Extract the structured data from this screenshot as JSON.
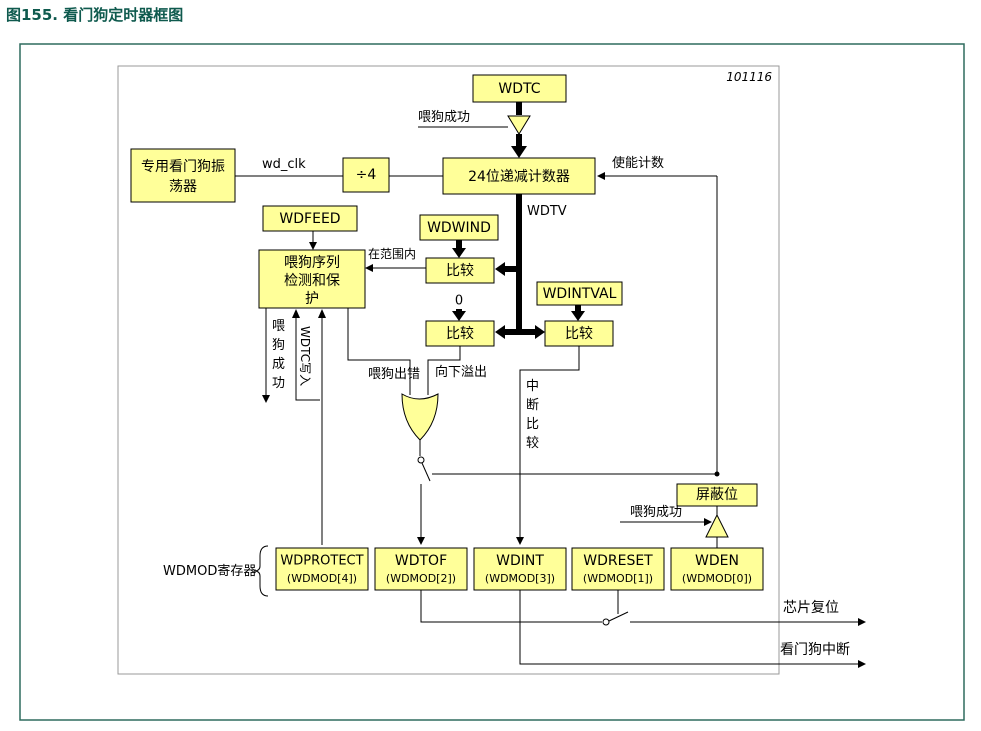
{
  "figure_title": "图155. 看门狗定时器框图",
  "figure_id": "101116",
  "blocks": {
    "wdtc": "WDTC",
    "oscillator_line1": "专用看门狗振",
    "oscillator_line2": "荡器",
    "divider": "÷4",
    "counter": "24位递减计数器",
    "wdfeed": "WDFEED",
    "feed_seq_line1": "喂狗序列",
    "feed_seq_line2": "检测和保",
    "feed_seq_line3": "护",
    "wdwind": "WDWIND",
    "compare_window": "比较",
    "zero": "0",
    "compare_zero": "比较",
    "wdintval": "WDINTVAL",
    "compare_intval": "比较",
    "mask_bit": "屏蔽位"
  },
  "labels": {
    "feed_success_top": "喂狗成功",
    "wd_clk": "wd_clk",
    "enable_count": "使能计数",
    "wdtv": "WDTV",
    "in_range": "在范围内",
    "feed_success_vertical": [
      "喂",
      "狗",
      "成",
      "功"
    ],
    "wdtc_write": "WDTC写入",
    "feed_error": "喂狗出错",
    "underflow": "向下溢出",
    "interrupt_compare": [
      "中",
      "断",
      "比",
      "较"
    ],
    "feed_success_mask": "喂狗成功",
    "chip_reset": "芯片复位",
    "wdt_interrupt": "看门狗中断",
    "wdmod_register": "WDMOD寄存器"
  },
  "registers": [
    {
      "name": "WDPROTECT",
      "bit": "(WDMOD[4])"
    },
    {
      "name": "WDTOF",
      "bit": "(WDMOD[2])"
    },
    {
      "name": "WDINT",
      "bit": "(WDMOD[3])"
    },
    {
      "name": "WDRESET",
      "bit": "(WDMOD[1])"
    },
    {
      "name": "WDEN",
      "bit": "(WDMOD[0])"
    }
  ]
}
